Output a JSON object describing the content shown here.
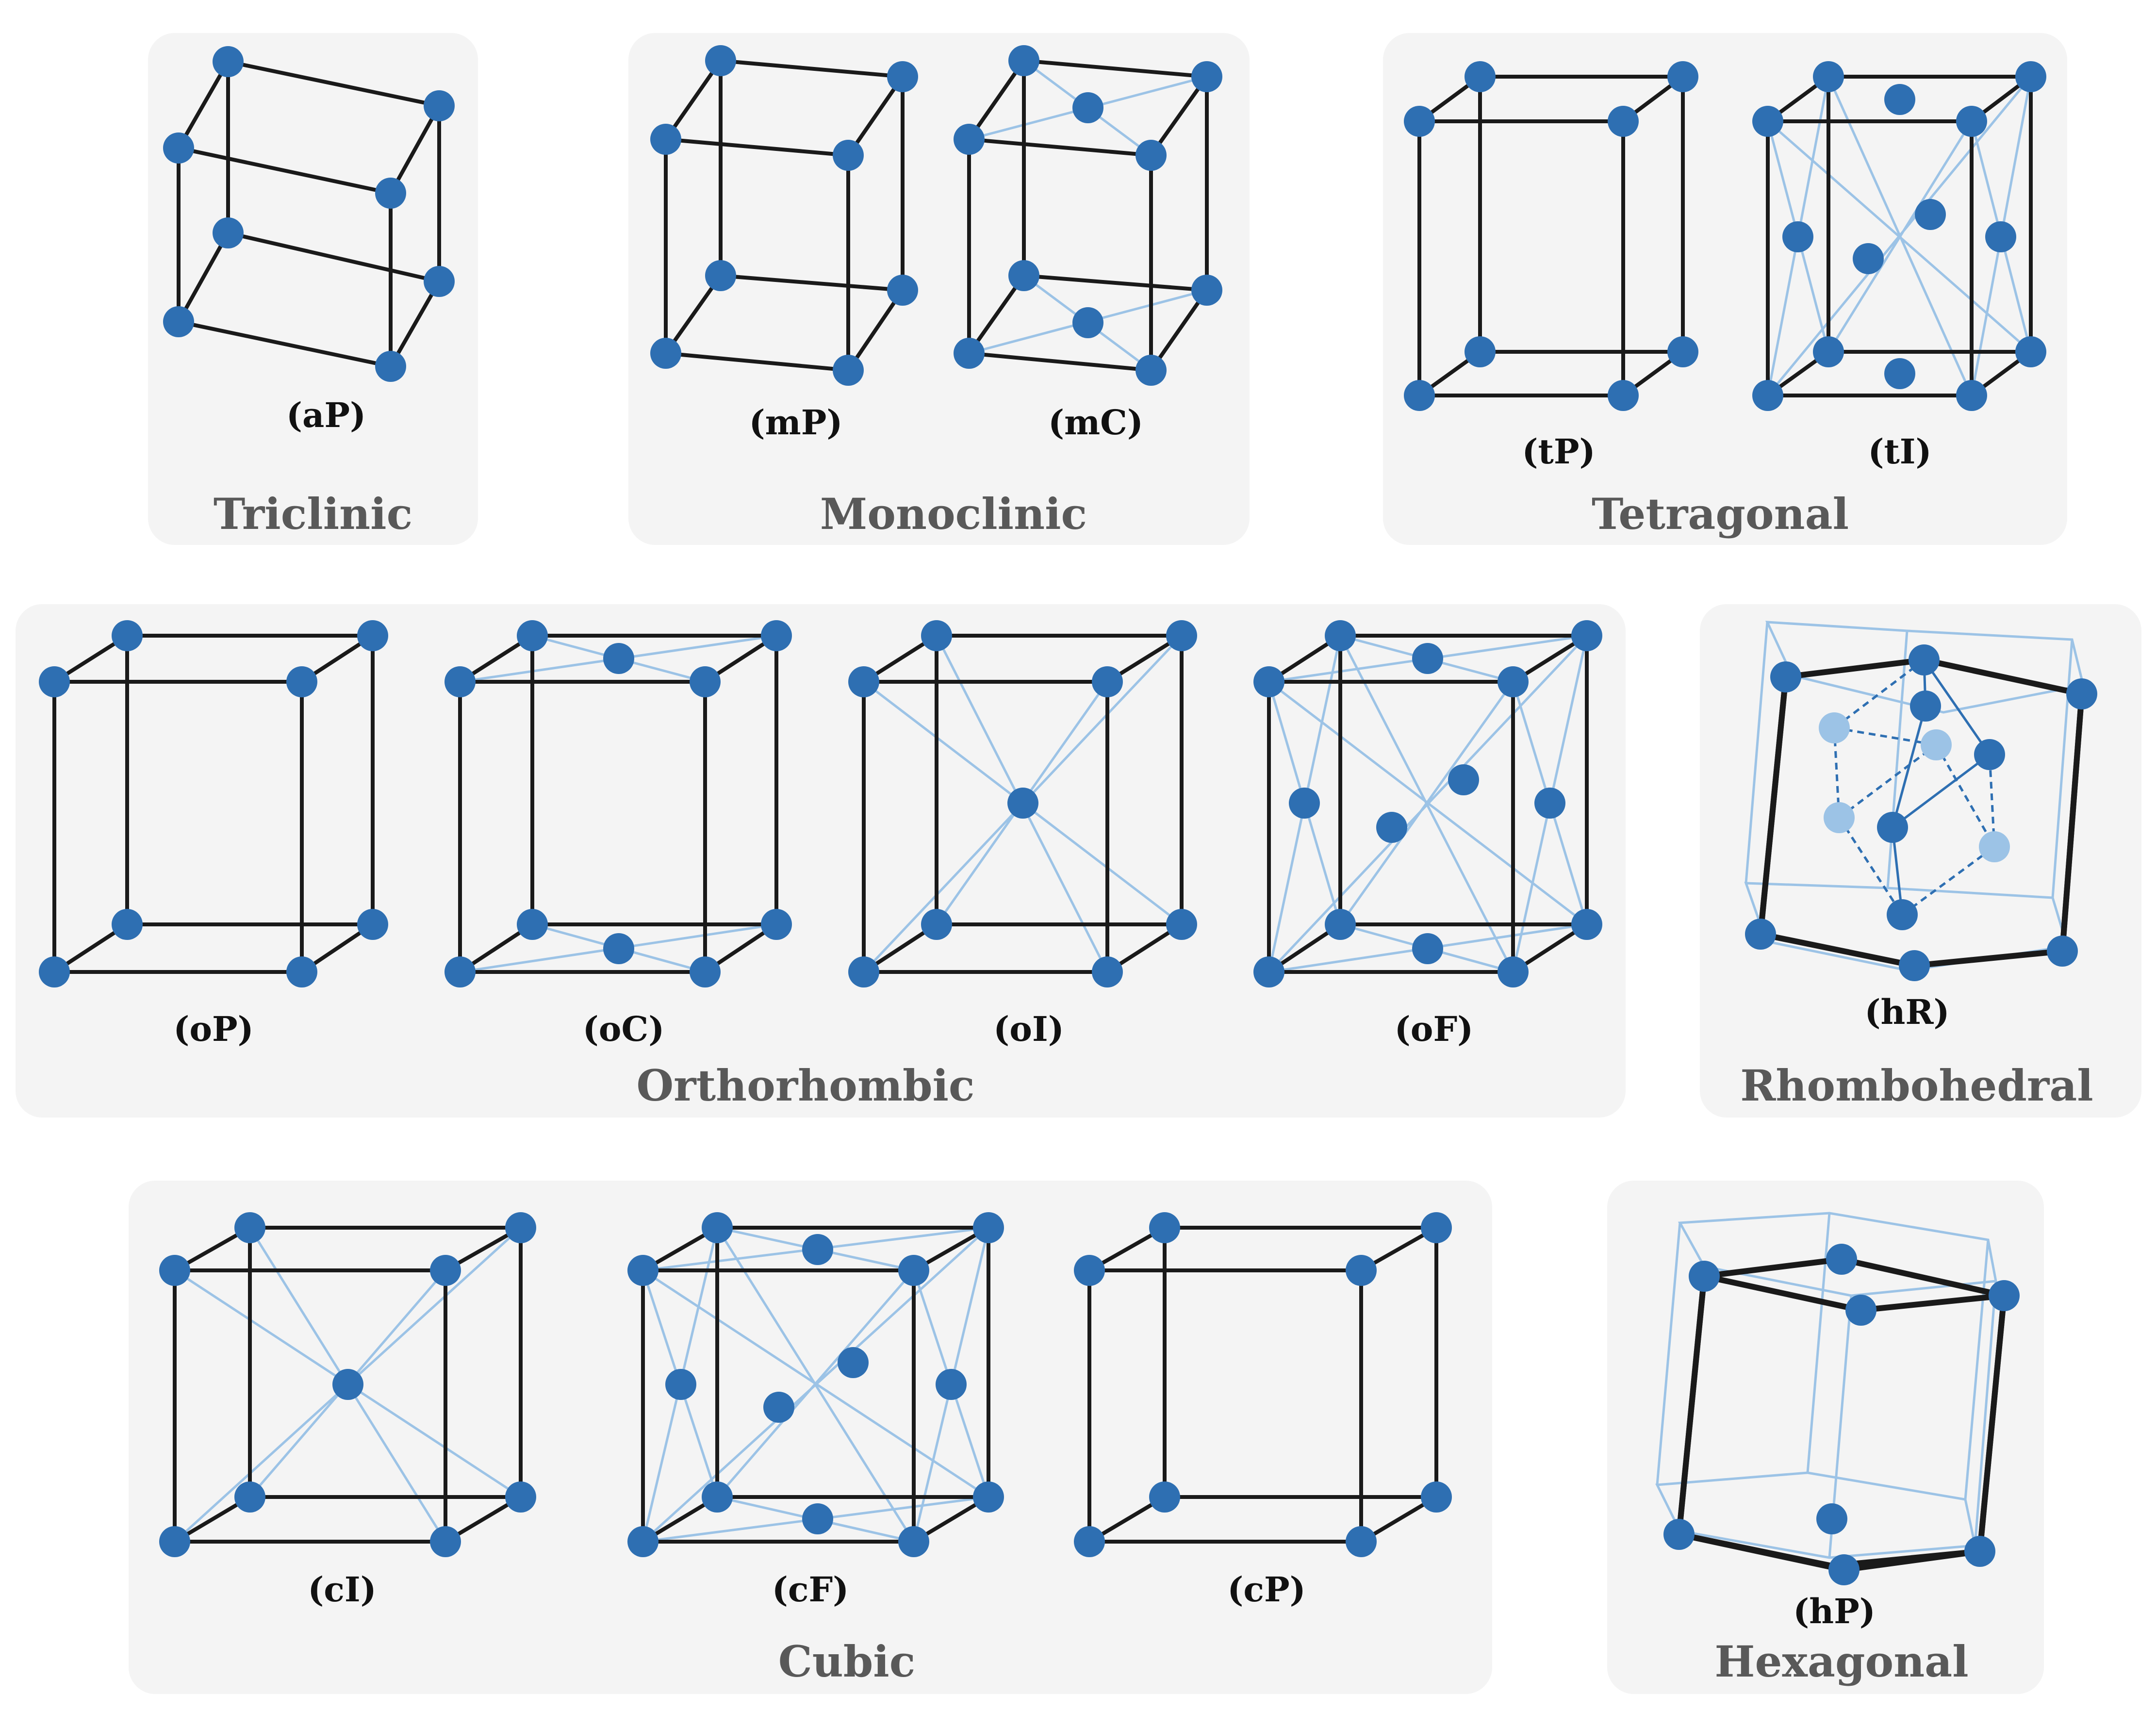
{
  "colors": {
    "panel": "#f4f4f4",
    "title": "#595959",
    "edge": "#1a1a1a",
    "face": "#9cc3e6",
    "atom": "#2e6fb2",
    "atom_light": "#9cc3e6"
  },
  "panels": [
    {
      "title": "Triclinic",
      "lattices": [
        {
          "label": "(aP)"
        }
      ]
    },
    {
      "title": "Monoclinic",
      "lattices": [
        {
          "label": "(mP)"
        },
        {
          "label": "(mC)"
        }
      ]
    },
    {
      "title": "Tetragonal",
      "lattices": [
        {
          "label": "(tP)"
        },
        {
          "label": "(tI)"
        }
      ]
    },
    {
      "title": "Orthorhombic",
      "lattices": [
        {
          "label": "(oP)"
        },
        {
          "label": "(oC)"
        },
        {
          "label": "(oI)"
        },
        {
          "label": "(oF)"
        }
      ]
    },
    {
      "title": "Rhombohedral",
      "lattices": [
        {
          "label": "(hR)"
        }
      ]
    },
    {
      "title": "Cubic",
      "lattices": [
        {
          "label": "(cI)"
        },
        {
          "label": "(cF)"
        },
        {
          "label": "(cP)"
        }
      ]
    },
    {
      "title": "Hexagonal",
      "lattices": [
        {
          "label": "(hP)"
        }
      ]
    }
  ]
}
